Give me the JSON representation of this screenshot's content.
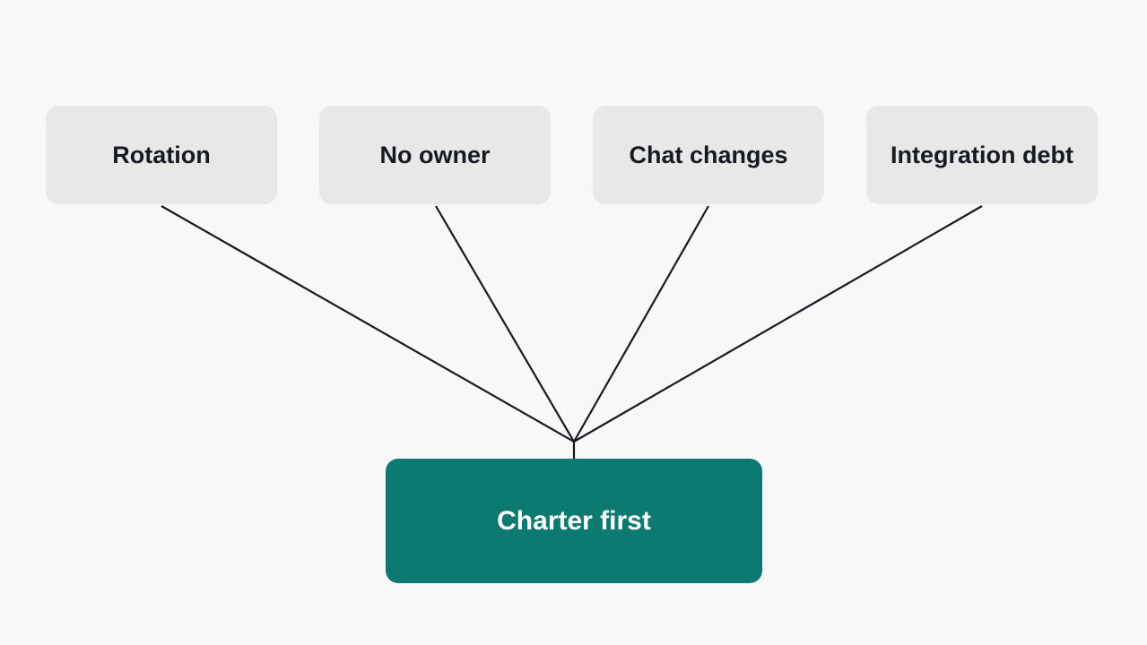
{
  "diagram": {
    "causes": [
      {
        "label": "Rotation"
      },
      {
        "label": "No owner"
      },
      {
        "label": "Chat changes"
      },
      {
        "label": "Integration debt"
      }
    ],
    "result": {
      "label": "Charter first"
    }
  },
  "colors": {
    "background": "#f8f8f8",
    "cause_box": "#e8e8e8",
    "cause_text": "#161a22",
    "result_box": "#0d7a72",
    "result_text": "#ffffff",
    "connector": "#161a22"
  }
}
